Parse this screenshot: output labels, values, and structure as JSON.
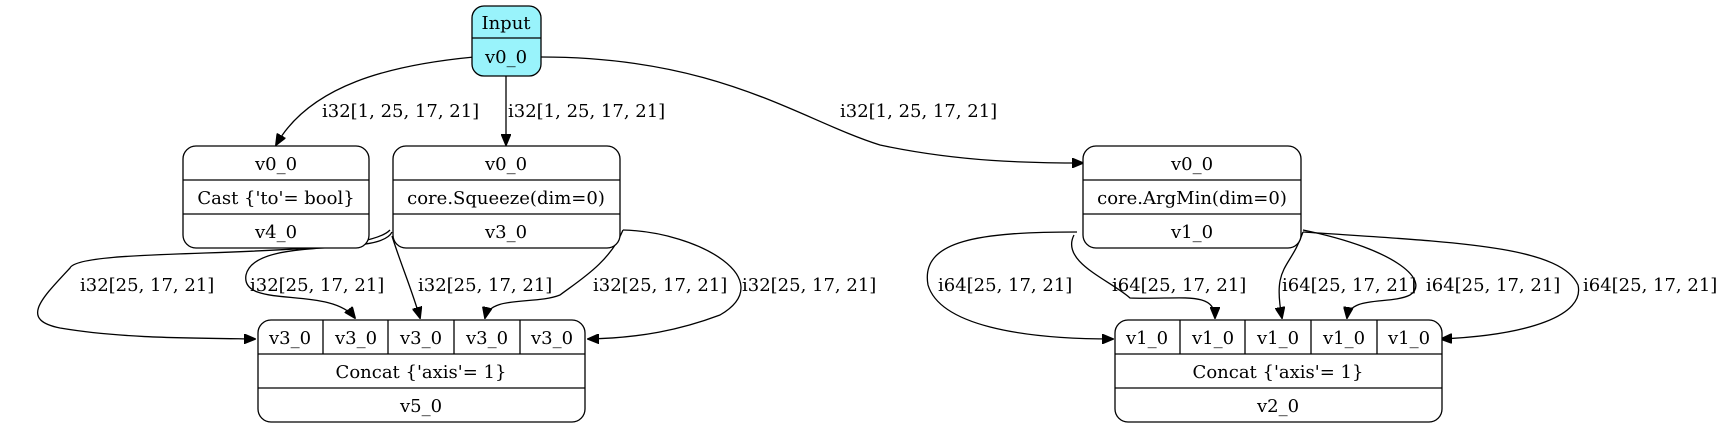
{
  "colors": {
    "input_fill": "#99f3fb",
    "stroke": "#000000",
    "background": "#ffffff"
  },
  "nodes": {
    "input": {
      "title": "Input",
      "output": "v0_0"
    },
    "cast": {
      "input": "v0_0",
      "op": "Cast {'to'= bool}",
      "output": "v4_0"
    },
    "squeeze": {
      "input": "v0_0",
      "op": "core.Squeeze(dim=0)",
      "output": "v3_0"
    },
    "argmin": {
      "input": "v0_0",
      "op": "core.ArgMin(dim=0)",
      "output": "v1_0"
    },
    "concat_left": {
      "inputs": [
        "v3_0",
        "v3_0",
        "v3_0",
        "v3_0",
        "v3_0"
      ],
      "op": "Concat {'axis'= 1}",
      "output": "v5_0"
    },
    "concat_right": {
      "inputs": [
        "v1_0",
        "v1_0",
        "v1_0",
        "v1_0",
        "v1_0"
      ],
      "op": "Concat {'axis'= 1}",
      "output": "v2_0"
    }
  },
  "edges": {
    "input_to_cast": "i32[1, 25, 17, 21]",
    "input_to_squeeze": "i32[1, 25, 17, 21]",
    "input_to_argmin": "i32[1, 25, 17, 21]",
    "squeeze_to_concat": [
      "i32[25, 17, 21]",
      "i32[25, 17, 21]",
      "i32[25, 17, 21]",
      "i32[25, 17, 21]",
      "i32[25, 17, 21]"
    ],
    "argmin_to_concat": [
      "i64[25, 17, 21]",
      "i64[25, 17, 21]",
      "i64[25, 17, 21]",
      "i64[25, 17, 21]",
      "i64[25, 17, 21]"
    ]
  }
}
